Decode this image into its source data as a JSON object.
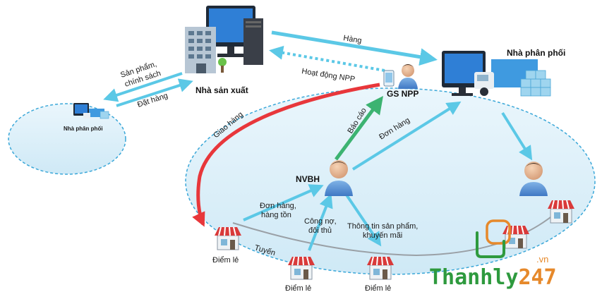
{
  "nodes": {
    "manufacturer": "Nhà sản xuất",
    "distributor_main": "Nhà phân phối",
    "distributor_small": "Nhà phân phối",
    "supervisor": "GS NPP",
    "salesman": "NVBH",
    "store_left": "Điểm lẻ",
    "store_mid1": "Điểm lẻ",
    "store_mid2": "Điểm lẻ"
  },
  "edges": {
    "goods": "Hàng",
    "npp_activity": "Hoạt động NPP",
    "products_policy_line1": "Sản phẩm,",
    "products_policy_line2": "chính sách",
    "order": "Đặt hàng",
    "delivery": "Giao hàng",
    "report": "Báo cáo",
    "order_to_npp": "Đơn hàng",
    "orders_stock_line1": "Đơn hàng,",
    "orders_stock_line2": "hàng tồn",
    "debt_competitor_line1": "Công nợ,",
    "debt_competitor_line2": "đối thủ",
    "product_info_line1": "Thông tin sản phẩm,",
    "product_info_line2": "khuyến mãi",
    "route": "Tuyến"
  },
  "brand": {
    "name_green": "Thanhly",
    "name_orange": "247",
    "tld": ".vn"
  },
  "colors": {
    "arrow_blue": "#5bc8e6",
    "arrow_green": "#3cb371",
    "arrow_red": "#e8373b",
    "ellipse_fill": "#dcf0fa",
    "ellipse_stroke": "#3aa7d8",
    "brand_green": "#2e9a3e",
    "brand_orange": "#e6892b"
  }
}
